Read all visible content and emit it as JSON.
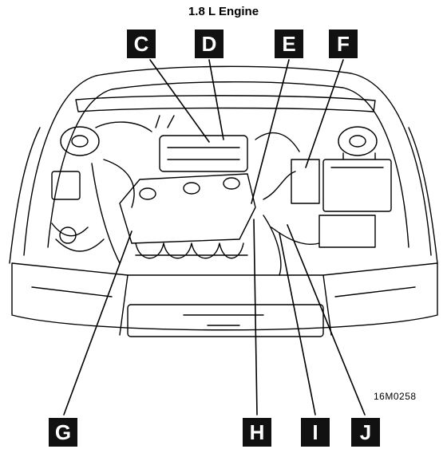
{
  "title": "1.8 L Engine",
  "callouts": {
    "c": "C",
    "d": "D",
    "e": "E",
    "f": "F",
    "g": "G",
    "h": "H",
    "i": "I",
    "j": "J"
  },
  "figure_code": "16M0258"
}
